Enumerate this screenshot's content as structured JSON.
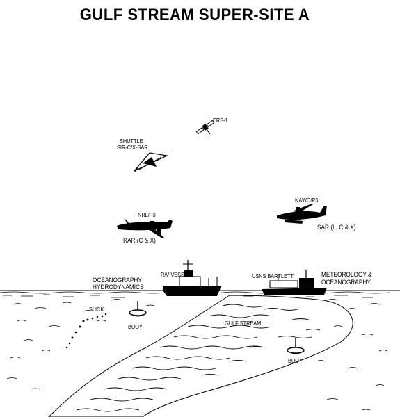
{
  "title": "GULF STREAM SUPER-SITE A",
  "labels": {
    "ers1": "ERS-1",
    "shuttle_line1": "SHUTTLE",
    "shuttle_line2": "SIR-C/X-SAR",
    "nrl_p3": "NRL/P3",
    "rar": "RAR  (C & X)",
    "nawc_p3": "NAWC/P3",
    "sar": "SAR (L, C & X)",
    "oceanography_line1": "OCEANOGRAPHY",
    "oceanography_line2": "HYDRODYNAMICS",
    "rv_vessel": "R/V  VESSEL",
    "usns_bartlett": "USNS BARTLETT",
    "meteorology_line1": "METEOROLOGY &",
    "meteorology_line2": "OCEANOGRAPHY",
    "slick": "SLICK",
    "buoy_left": "BUOY",
    "gulf_stream": "GULF STREAM",
    "buoy_right": "BUOY"
  },
  "colors": {
    "ink": "#000000",
    "paper": "#ffffff"
  }
}
